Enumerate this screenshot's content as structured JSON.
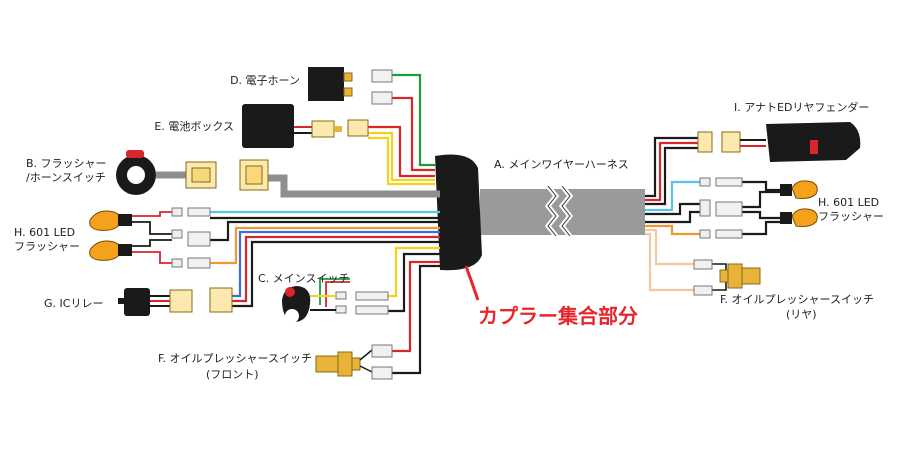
{
  "labels": {
    "d": "D. 電子ホーン",
    "e": "E. 電池ボックス",
    "b1": "B. フラッシャー",
    "b2": "/ホーンスイッチ",
    "hl1": "H. 601 LED",
    "hl2": "フラッシャー",
    "g": "G. ICリレー",
    "c": "C. メインスイッチ",
    "ff1": "F. オイルプレッシャースイッチ",
    "ff2": "(フロント)",
    "a": "A. メインワイヤーハーネス",
    "i": "I. アナトEDリヤフェンダー",
    "hr1": "H. 601 LED",
    "hr2": "フラッシャー",
    "fr1": "F. オイルプレッシャースイッチ",
    "fr2": "(リヤ)",
    "coupler": "カプラー集合部分"
  },
  "colors": {
    "red": "#d9262b",
    "green": "#1f9a3c",
    "yellow": "#f2d21b",
    "black": "#1a1a1a",
    "gray": "#8f8f8f",
    "blue": "#3d6fd6",
    "lightblue": "#5bc3ea",
    "orange": "#ef9a2e",
    "peach": "#f4c7a3",
    "amber": "#f4a21c",
    "accent": "#e8252b"
  }
}
